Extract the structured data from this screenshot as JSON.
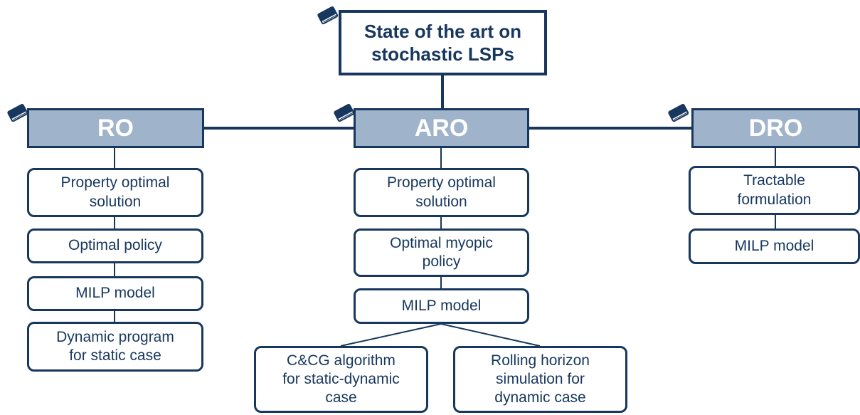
{
  "root": {
    "label": "State of the art on\nstochastic LSPs"
  },
  "branches": [
    {
      "label": "RO",
      "items": [
        "Property optimal\nsolution",
        "Optimal policy",
        "MILP model",
        "Dynamic program\nfor static case"
      ]
    },
    {
      "label": "ARO",
      "items": [
        "Property optimal\nsolution",
        "Optimal myopic\npolicy",
        "MILP model"
      ],
      "subitems": [
        "C&CG algorithm\nfor static-dynamic\ncase",
        "Rolling horizon\nsimulation for\ndynamic case"
      ]
    },
    {
      "label": "DRO",
      "items": [
        "Tractable\nformulation",
        "MILP model"
      ]
    }
  ],
  "colors": {
    "line": "#17375e",
    "category_fill": "#9fb4ca",
    "category_text": "#ffffff",
    "text": "#17375e"
  },
  "icons": {
    "category": "book-icon"
  }
}
